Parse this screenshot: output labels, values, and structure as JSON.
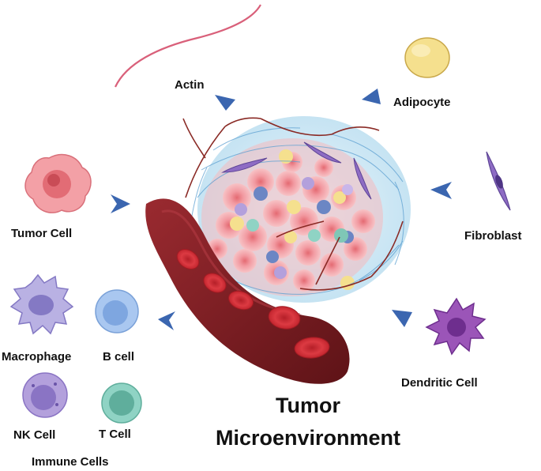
{
  "labels": {
    "actin": "Actin",
    "adipocyte": "Adipocyte",
    "tumor_cell": "Tumor Cell",
    "fibroblast": "Fibroblast",
    "macrophage": "Macrophage",
    "b_cell": "B cell",
    "nk_cell": "NK Cell",
    "t_cell": "T Cell",
    "immune_cells": "Immune Cells",
    "dendritic_cell": "Dendritic Cell"
  },
  "title": {
    "line1": "Tumor",
    "line2": "Microenvironment"
  },
  "colors": {
    "arrow": "#3b66b0",
    "tumor_cell": "#f3a0a6",
    "adipocyte": "#f5e08e",
    "fibroblast": "#8e6cc4",
    "macrophage": "#b9b1e3",
    "b_cell": "#a9c7f0",
    "nk_cell": "#b3a0dc",
    "t_cell": "#8fd3c4",
    "dendritic_cell": "#9b55b8",
    "vessel": "#7a1d22",
    "rbc": "#d8313a",
    "actin": "#d9607a",
    "ecm": "#cfe8f5"
  }
}
